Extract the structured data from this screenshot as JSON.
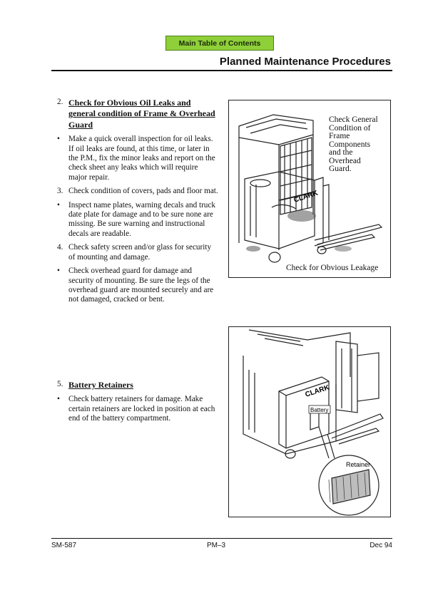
{
  "nav": {
    "toc_label": "Main Table of Contents"
  },
  "header": {
    "title": "Planned Maintenance Procedures"
  },
  "section_oil": {
    "number": "2.",
    "title": "Check for Obvious Oil Leaks and general condition of Frame & Overhead Guard",
    "items": [
      {
        "marker": "•",
        "text": "Make a quick overall inspection for oil leaks. If oil leaks are found, at this time, or later in the P.M., fix the minor leaks and report on the check sheet any leaks which will require major repair."
      },
      {
        "marker": "3.",
        "text": "Check condition of covers, pads and floor mat."
      },
      {
        "marker": "•",
        "text": "Inspect name plates, warning decals and truck date plate for damage and to be sure none are missing. Be sure warning and instructional decals are readable."
      },
      {
        "marker": "4.",
        "text": "Check safety screen and/or glass for security of mounting and damage."
      },
      {
        "marker": "•",
        "text": "Check overhead guard for damage and security of mounting. Be sure the legs of the overhead guard are mounted securely and are not damaged, cracked or bent."
      }
    ]
  },
  "section_battery": {
    "number": "5.",
    "title": "Battery Retainers",
    "items": [
      {
        "marker": "•",
        "text": "Check battery retainers for damage. Make certain retainers are locked in position at each end of the battery compartment."
      }
    ]
  },
  "figure1": {
    "callout": [
      "Check General",
      "Condition of",
      "Frame",
      "Components",
      "and the",
      "Overhead",
      "Guard."
    ],
    "caption": "Check for Obvious Leakage",
    "brand": "CLARK"
  },
  "figure2": {
    "brand": "CLARK",
    "label_battery": "Battery",
    "label_retainer": "Retainer"
  },
  "footer": {
    "left": "SM-587",
    "center": "PM–3",
    "right": "Dec 94"
  }
}
